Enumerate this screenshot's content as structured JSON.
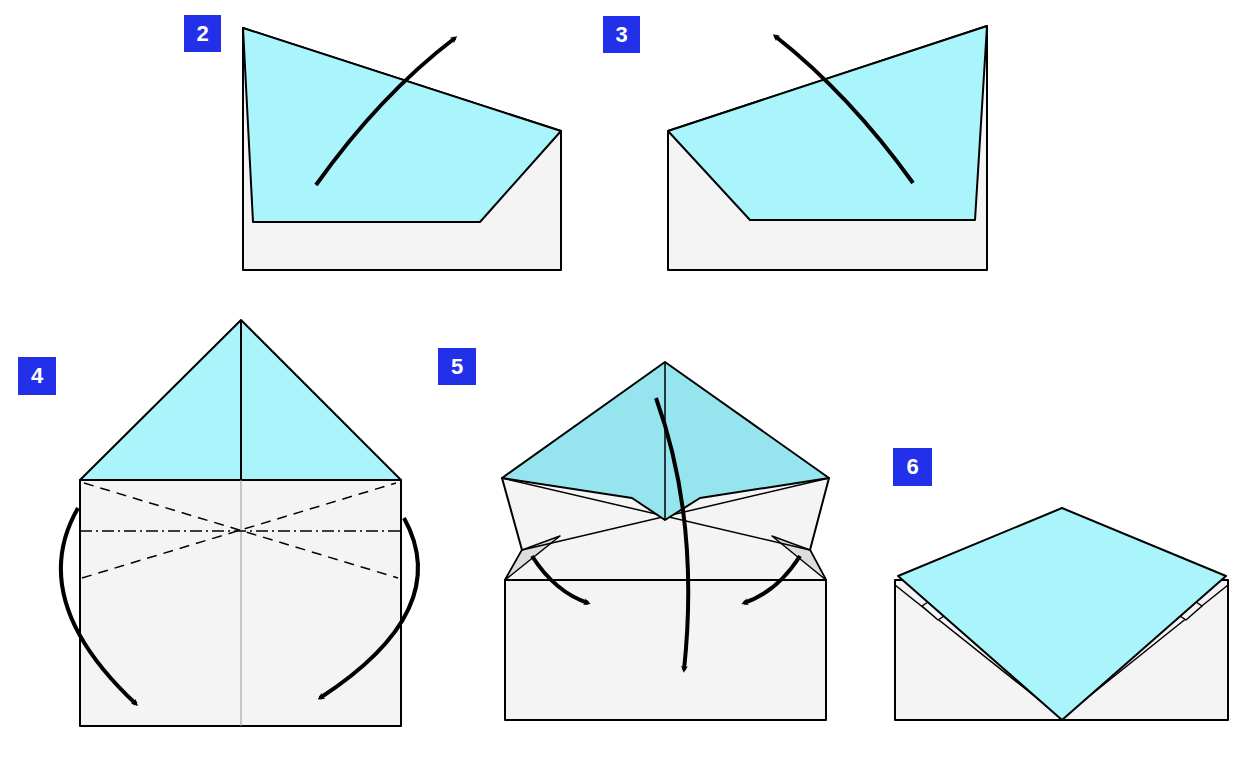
{
  "diagram": {
    "nodes": [
      {
        "text": [
          "2"
        ]
      },
      {
        "text": [
          "3"
        ]
      },
      {
        "text": [
          "4"
        ]
      },
      {
        "text": [
          "5"
        ]
      },
      {
        "text": [
          "6"
        ]
      }
    ]
  }
}
